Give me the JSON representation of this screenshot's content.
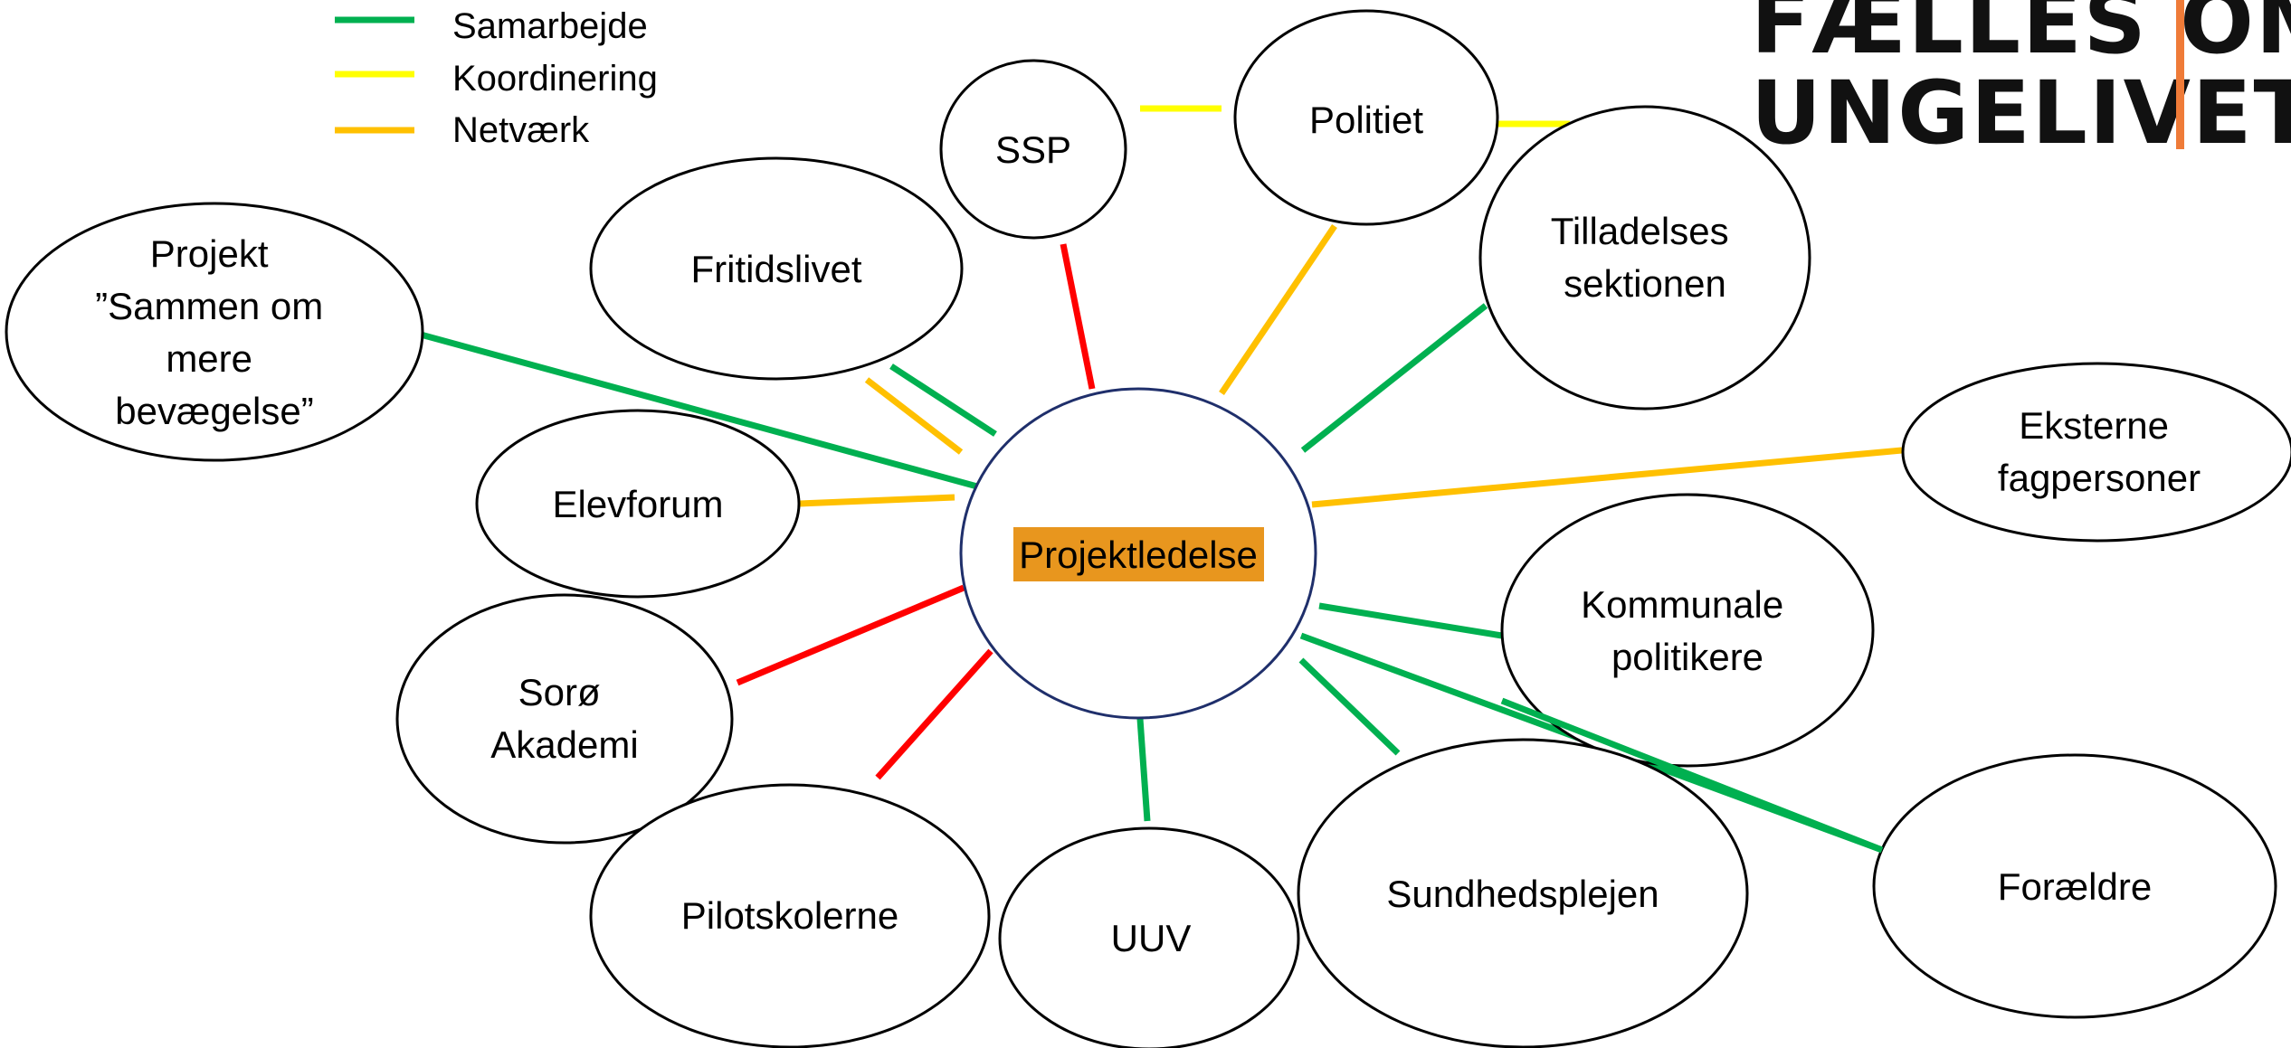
{
  "legend": {
    "items": [
      {
        "label": "Samarbejde",
        "color": "#00b050"
      },
      {
        "label": "Koordinering",
        "color": "#ffff00"
      },
      {
        "label": "Netværk",
        "color": "#ffc000"
      }
    ]
  },
  "logo": {
    "line1": "FÆLLES OM",
    "line2": "UNGELIVET",
    "bar_color": "#ef7b38"
  },
  "center": {
    "label": "Projektledelse",
    "highlight_color": "#e8961e",
    "border_color": "#1f2f6b"
  },
  "nodes": [
    {
      "id": "ssp",
      "lines": [
        "SSP"
      ]
    },
    {
      "id": "politiet",
      "lines": [
        "Politiet"
      ]
    },
    {
      "id": "tilladelses",
      "lines": [
        "Tilladelses",
        "sektionen"
      ]
    },
    {
      "id": "fritidslivet",
      "lines": [
        "Fritidslivet"
      ]
    },
    {
      "id": "projekt",
      "lines": [
        "Projekt",
        "”Sammen om",
        "mere",
        "bevægelse”"
      ]
    },
    {
      "id": "elevforum",
      "lines": [
        "Elevforum"
      ]
    },
    {
      "id": "eksterne",
      "lines": [
        "Eksterne",
        "fagpersoner"
      ]
    },
    {
      "id": "kommunale",
      "lines": [
        "Kommunale",
        "politikere"
      ]
    },
    {
      "id": "soroe",
      "lines": [
        "Sorø",
        "Akademi"
      ]
    },
    {
      "id": "pilot",
      "lines": [
        "Pilotskolerne"
      ]
    },
    {
      "id": "uuv",
      "lines": [
        "UUV"
      ]
    },
    {
      "id": "sundhed",
      "lines": [
        "Sundhedsplejen"
      ]
    },
    {
      "id": "foraeldre",
      "lines": [
        "Forældre"
      ]
    }
  ],
  "relation_colors": {
    "samarbejde": "#00b050",
    "koordinering": "#ffff00",
    "netvaerk": "#ffc000",
    "red": "#ff0000"
  }
}
